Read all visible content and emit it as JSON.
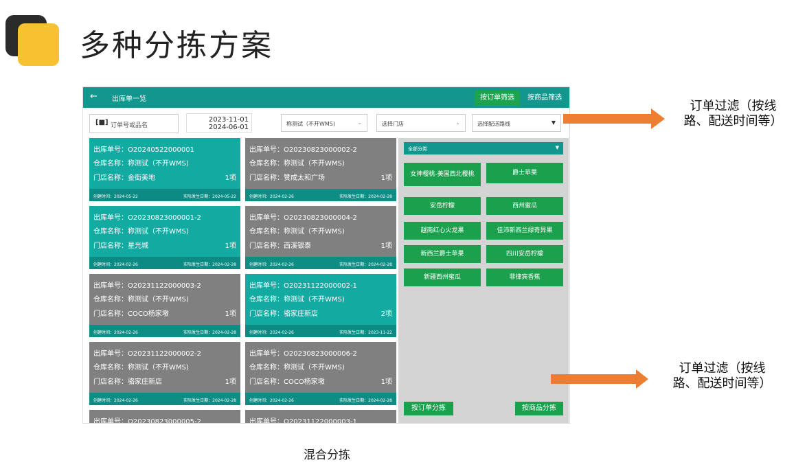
{
  "slide": {
    "title": "多种分拣方案",
    "caption": "混合分拣",
    "note_top_line1": "订单过滤（按线",
    "note_top_line2": "路、配送时间等）",
    "note_bottom_line1": "订单过滤（按线",
    "note_bottom_line2": "路、配送时间等）"
  },
  "app": {
    "title": "出库单一览",
    "filter_order_label": "按订单筛选",
    "filter_goods_label": "按商品筛选",
    "search_placeholder": "订单号或品名",
    "date_start": "2023-11-01",
    "date_end": "2024-06-01",
    "warehouse_select": "称测试（不开WMS)",
    "store_select": "选择门店",
    "route_select": "选择配送路线",
    "cards": [
      {
        "order": "出库单号：O202405220000​01",
        "warehouse": "仓库名称：称测试（不开WMS)",
        "store": "门店名称：金街美地",
        "qty": "1项",
        "created": "创建时间：2024-05-22",
        "actual": "实际发生日期：2024-05-22",
        "color": "teal"
      },
      {
        "order": "出库单号：O20230823000002-2",
        "warehouse": "仓库名称：称测试（不开WMS)",
        "store": "门店名称：赞成太和广场",
        "qty": "1项",
        "created": "创建时间：2024-02-26",
        "actual": "实际发生日期：2024-02-28",
        "color": "gray"
      },
      {
        "order": "出库单号：O20230823000001-2",
        "warehouse": "仓库名称：称测试（不开WMS)",
        "store": "门店名称：星光城",
        "qty": "1项",
        "created": "创建时间：2024-02-26",
        "actual": "实际发生日期：2024-02-28",
        "color": "teal"
      },
      {
        "order": "出库单号：O20230823000004-2",
        "warehouse": "仓库名称：称测试（不开WMS)",
        "store": "门店名称：西溪银泰",
        "qty": "1项",
        "created": "创建时间：2024-02-26",
        "actual": "实际发生日期：2024-02-28",
        "color": "gray"
      },
      {
        "order": "出库单号：O20231122000003-2",
        "warehouse": "仓库名称：称测试（不开WMS)",
        "store": "门店名称：COCO杨家墩",
        "qty": "1项",
        "created": "创建时间：2024-02-26",
        "actual": "实际发生日期：2024-02-28",
        "color": "gray"
      },
      {
        "order": "出库单号：O20231122000002-1",
        "warehouse": "仓库名称：称测试（不开WMS)",
        "store": "门店名称：骆家庄新店",
        "qty": "2项",
        "created": "创建时间：2024-02-26",
        "actual": "实际发生日期：2023-11-22",
        "color": "teal"
      },
      {
        "order": "出库单号：O20231122000002-2",
        "warehouse": "仓库名称：称测试（不开WMS)",
        "store": "门店名称：骆家庄新店",
        "qty": "1项",
        "created": "创建时间：2024-02-26",
        "actual": "实际发生日期：2024-02-28",
        "color": "gray"
      },
      {
        "order": "出库单号：O20230823000006-2",
        "warehouse": "仓库名称：称测试（不开WMS)",
        "store": "门店名称：COCO杨家墩",
        "qty": "1项",
        "created": "创建时间：2024-02-26",
        "actual": "实际发生日期：2024-02-28",
        "color": "gray"
      },
      {
        "order": "出库单号：O20230823000005-2",
        "color": "gray"
      },
      {
        "order": "出库单号：O20231122000003-1",
        "color": "gray"
      }
    ],
    "category_select": "全部分类",
    "goods": [
      "女神樱桃-美国西北樱桃",
      "爵士苹果",
      "安岳柠檬",
      "西州蜜瓜",
      "越南红心火龙果",
      "佳沛新西兰绿奇异果",
      "新西兰爵士苹果",
      "四川安岳柠檬",
      "新疆西州蜜瓜",
      "菲律宾香蕉"
    ],
    "sort_by_order": "按订单分拣",
    "sort_by_goods": "按商品分拣",
    "colors": {
      "teal": "#13aaa2",
      "header": "#12968e",
      "green": "#1ba14d",
      "gray": "#808080",
      "arrow": "#ed7d31",
      "logo": "#f8c132"
    }
  }
}
